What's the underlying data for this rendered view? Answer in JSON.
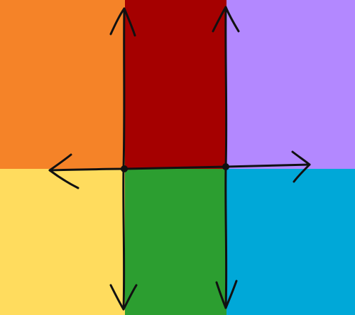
{
  "diagram": {
    "regions": [
      {
        "name": "top-left-region",
        "color": "#F58328"
      },
      {
        "name": "top-center-region",
        "color": "#A50000"
      },
      {
        "name": "top-right-region",
        "color": "#B388FF"
      },
      {
        "name": "bottom-left-region",
        "color": "#FFDC5E"
      },
      {
        "name": "bottom-center-region",
        "color": "#2C9E30"
      },
      {
        "name": "bottom-right-region",
        "color": "#00A8D8"
      }
    ],
    "line_color": "#111111",
    "arrows": [
      {
        "name": "up-arrow-left",
        "direction": "up"
      },
      {
        "name": "up-arrow-right",
        "direction": "up"
      },
      {
        "name": "left-arrow",
        "direction": "left"
      },
      {
        "name": "right-arrow",
        "direction": "right"
      },
      {
        "name": "down-arrow-left",
        "direction": "down"
      },
      {
        "name": "down-arrow-right",
        "direction": "down"
      }
    ],
    "points": [
      {
        "name": "left-junction-point"
      },
      {
        "name": "right-junction-point"
      }
    ]
  }
}
